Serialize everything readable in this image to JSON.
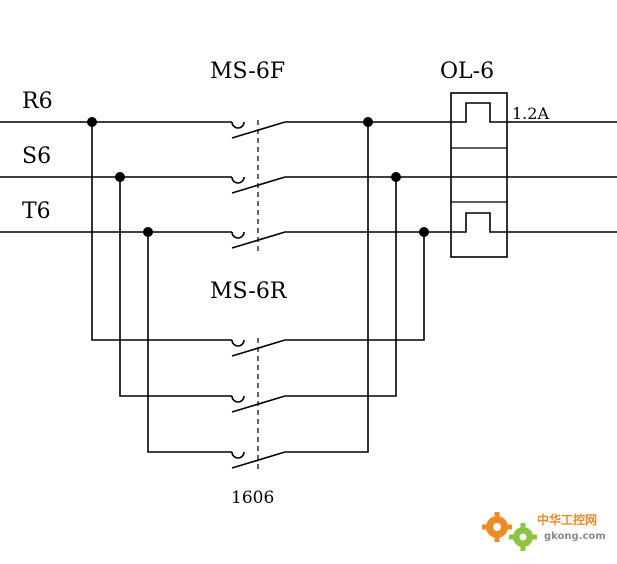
{
  "labels": {
    "ms_forward": "MS-6F",
    "ms_reverse": "MS-6R",
    "overload": "OL-6",
    "overload_rating": "1.2A",
    "part_number": "1606",
    "phase_r": "R6",
    "phase_s": "S6",
    "phase_t": "T6"
  },
  "watermark": {
    "cn_text": "中华工控网",
    "domain": "gkong.com"
  },
  "colors": {
    "line": "#000000",
    "watermark_orange": "#f08a24",
    "watermark_green": "#8cc63f"
  }
}
